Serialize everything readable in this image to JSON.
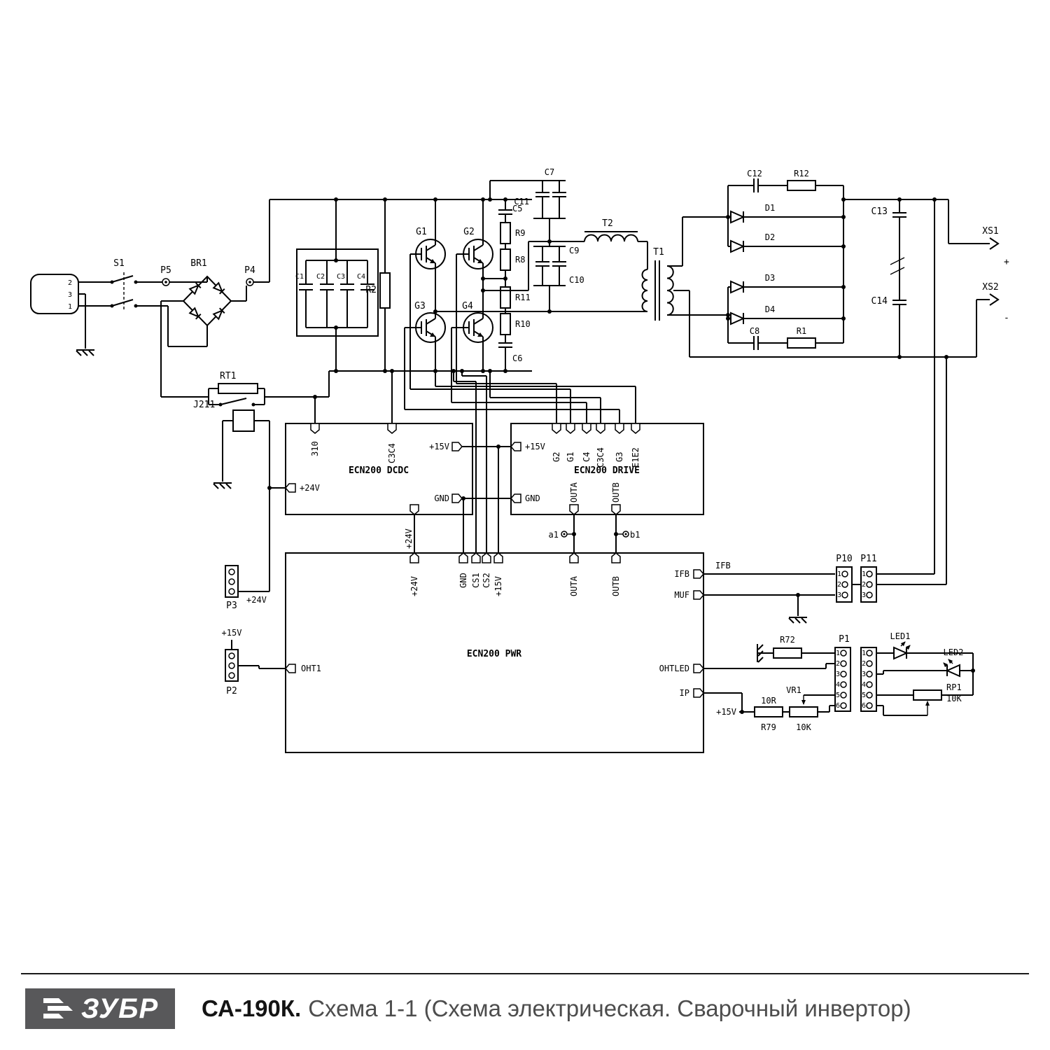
{
  "labels": {
    "s1": "S1",
    "p5": "P5",
    "br1": "BR1",
    "p4": "P4",
    "pin2": "2",
    "pin3": "3",
    "pin1": "1",
    "rt1": "RT1",
    "j211": "J211",
    "c1": "C1",
    "c2": "C2",
    "c3": "C3",
    "c4": "C4",
    "r2": "R2",
    "g1": "G1",
    "g2": "G2",
    "g3": "G3",
    "g4": "G4",
    "c5": "C5",
    "c6": "C6",
    "r9": "R9",
    "r8": "R8",
    "r11": "R11",
    "r10": "R10",
    "c7": "C7",
    "c11": "C11",
    "c9": "C9",
    "c10": "C10",
    "t2": "T2",
    "t1": "T1",
    "c12": "C12",
    "r12": "R12",
    "d1": "D1",
    "d2": "D2",
    "d3": "D3",
    "d4": "D4",
    "c8": "C8",
    "r1": "R1",
    "c13": "C13",
    "c14": "C14",
    "xs1": "XS1",
    "xs2": "XS2",
    "plus": "+",
    "minus": "-",
    "a1": "a1",
    "b1": "b1",
    "ifb": "IFB",
    "p1": "P1",
    "p2": "P2",
    "p3": "P3",
    "p10": "P10",
    "p11": "P11",
    "v24": "+24V",
    "v15": "+15V",
    "r72": "R72",
    "led1": "LED1",
    "led2": "LED2",
    "rp1": "RP1",
    "rp1_val": "10K",
    "r79": "R79",
    "r79_val": "10R",
    "vr1": "VR1",
    "vr1_val": "10K"
  },
  "blocks": {
    "dcdc": {
      "name": "ECN200 DCDC",
      "p310": "310",
      "c3c4": "С3С4",
      "v15": "+15V",
      "gnd": "GND",
      "v24": "+24V"
    },
    "drive": {
      "name": "ECN200 DRIVE",
      "v15": "+15V",
      "gnd": "GND",
      "g2": "G2",
      "g1": "G1",
      "c4": "C4",
      "c3c4": "С3С4",
      "g3": "G3",
      "e1e2": "Е1Е2",
      "outa": "OUTA",
      "outb": "OUTB"
    },
    "pwr": {
      "name": "ECN200 PWR",
      "v24": "+24V",
      "gnd": "GND",
      "cs1": "CS1",
      "cs2": "CS2",
      "v15": "+15V",
      "outa": "OUTA",
      "outb": "OUTB",
      "ifb": "IFB",
      "muf": "MUF",
      "ohtled": "OHTLED",
      "ip": "IP",
      "oht1": "OHT1"
    }
  },
  "pins": [
    "1",
    "2",
    "3",
    "4",
    "5",
    "6"
  ],
  "footer": {
    "logo": "ЗУБР",
    "model": "СА-190К.",
    "subtitle": "Схема 1-1 (Схема электрическая. Сварочный инвертор)"
  }
}
